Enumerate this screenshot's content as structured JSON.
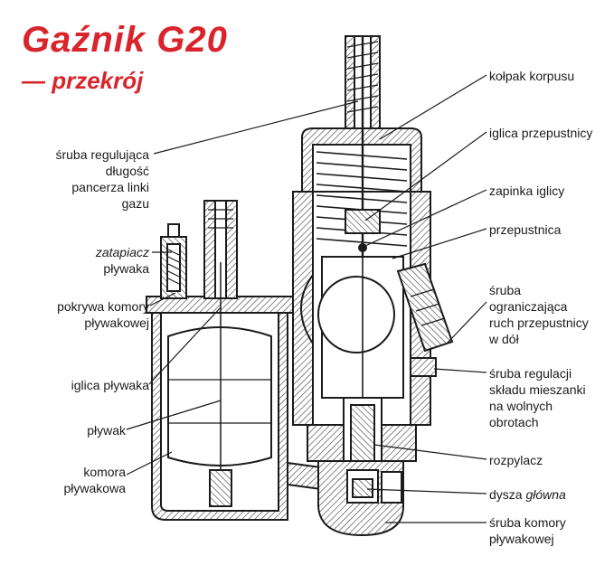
{
  "title": {
    "main": "Gaźnik G20",
    "sub": "— przekrój"
  },
  "colors": {
    "title": "#d9242b",
    "line": "#1b1b1b",
    "hatch": "#555555"
  },
  "labels": {
    "left": [
      {
        "key": "sruba_regulujaca",
        "lines": [
          "śruba regulująca",
          "długość",
          "pancerza linki",
          "gazu"
        ]
      },
      {
        "key": "zatapiacz",
        "lines": [
          "zatapiacz",
          "pływaka"
        ],
        "italic_line": 0
      },
      {
        "key": "pokrywa",
        "lines": [
          "pokrywa komory",
          "pływakowej"
        ]
      },
      {
        "key": "iglica_plywaka",
        "lines": [
          "iglica pływaka"
        ]
      },
      {
        "key": "plywak",
        "lines": [
          "pływak"
        ]
      },
      {
        "key": "komora",
        "lines": [
          "komora",
          "pływakowa"
        ]
      }
    ],
    "right": [
      {
        "key": "kolpak",
        "lines": [
          "kołpak korpusu"
        ]
      },
      {
        "key": "iglica_przepustnicy",
        "lines": [
          "iglica przepustnicy"
        ]
      },
      {
        "key": "zapinka",
        "lines": [
          "zapinka iglicy"
        ]
      },
      {
        "key": "przepustnica",
        "lines": [
          "przepustnica"
        ]
      },
      {
        "key": "sruba_ograniczajaca",
        "lines": [
          "śruba",
          "ograniczająca",
          "ruch przepustnicy",
          "w dół"
        ]
      },
      {
        "key": "sruba_regulacji",
        "lines": [
          "śruba regulacji",
          "składu mieszanki",
          "na wolnych",
          "obrotach"
        ]
      },
      {
        "key": "rozpylacz",
        "lines": [
          "rozpylacz"
        ]
      },
      {
        "key": "dysza",
        "lines": [
          "dysza główna"
        ],
        "italic_word": "główna"
      },
      {
        "key": "sruba_komory",
        "lines": [
          "śruba komory",
          "pływakowej"
        ]
      }
    ]
  }
}
